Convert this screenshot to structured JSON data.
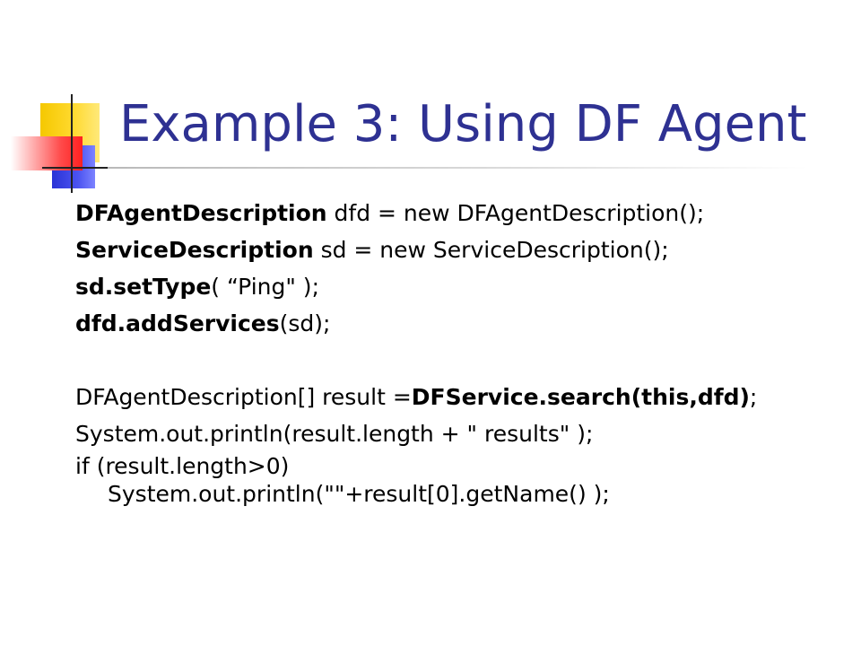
{
  "slide": {
    "title": "Example 3: Using DF Agent",
    "lines": [
      {
        "bold": "DFAgentDescription",
        "rest": " dfd = new DFAgentDescription();"
      },
      {
        "bold": "ServiceDescription",
        "rest": " sd = new ServiceDescription();"
      },
      {
        "bold": "sd.setType",
        "rest": "( “Ping\" );"
      },
      {
        "bold": "dfd.addServices",
        "rest": "(sd);"
      },
      {
        "pre": "DFAgentDescription[] result =",
        "bold": "DFService.search(this,dfd)",
        "post": ";"
      },
      {
        "text": "System.out.println(result.length + \" results\" );"
      },
      {
        "text": "if (result.length>0)"
      },
      {
        "text": "System.out.println(\"\"+result[0].getName() );"
      }
    ]
  },
  "decoration": {
    "logo_icon": "stacked-squares-logo-icon",
    "colors": {
      "title": "#2e3192",
      "yellow": "#f5c800",
      "blue": "#2a33d6",
      "red": "#ff2020"
    }
  }
}
